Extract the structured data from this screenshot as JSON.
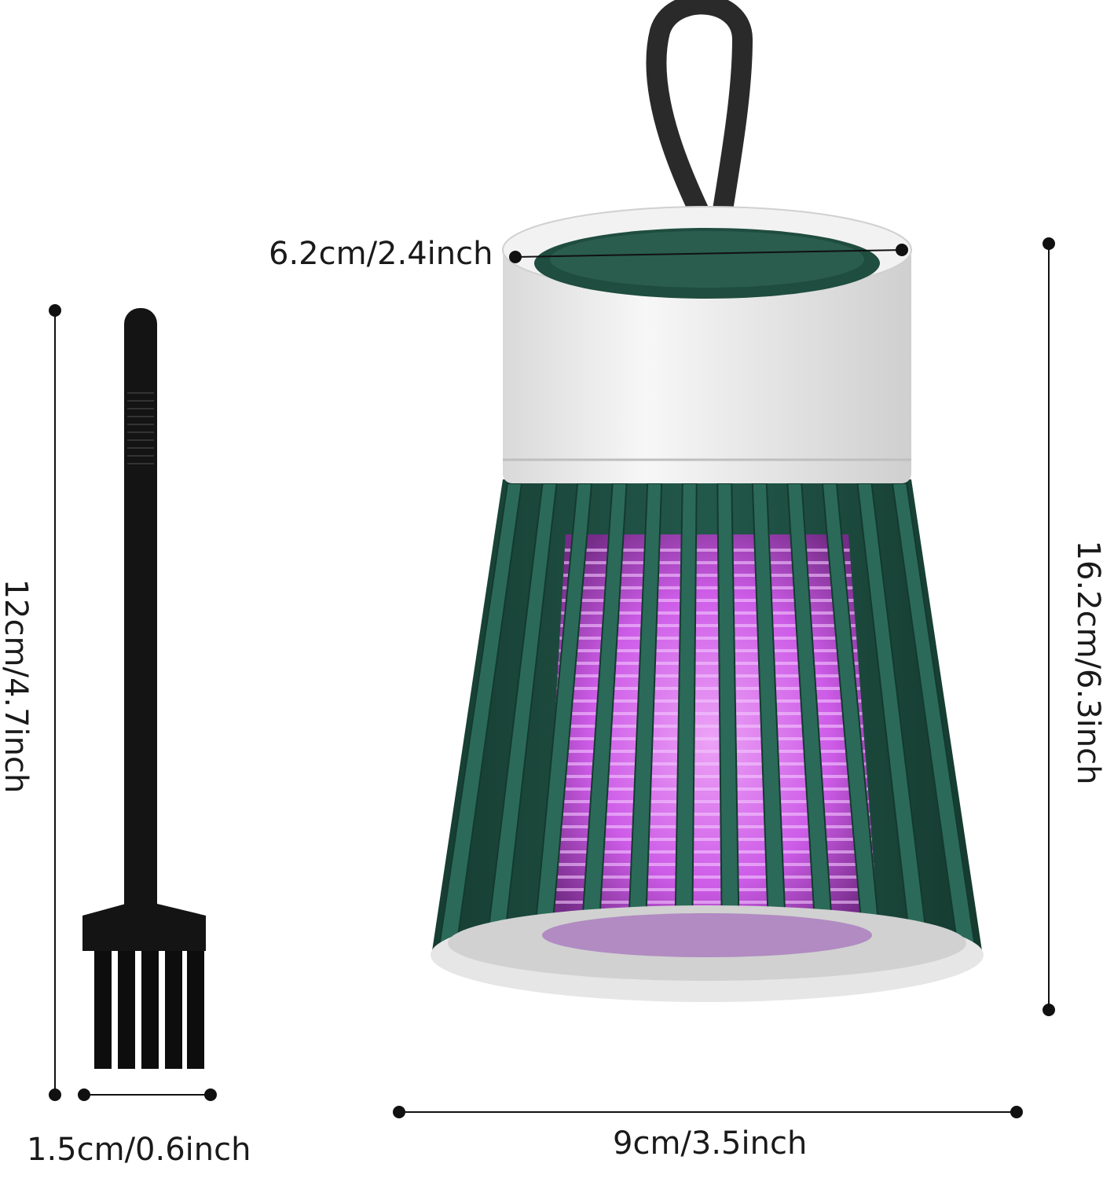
{
  "product": {
    "name_icon": "mosquito-killer-lamp-icon",
    "accessory_icon": "cleaning-brush-icon"
  },
  "dimensions": {
    "top_diameter": "6.2cm/2.4inch",
    "lamp_height": "16.2cm/6.3inch",
    "lamp_width": "9cm/3.5inch",
    "brush_height": "12cm/4.7inch",
    "brush_width": "1.5cm/0.6inch"
  },
  "colors": {
    "housing_green": "#1f4d3f",
    "cap_white": "#eeeeee",
    "uv_glow": "#d65cf0",
    "brush_black": "#111111"
  }
}
